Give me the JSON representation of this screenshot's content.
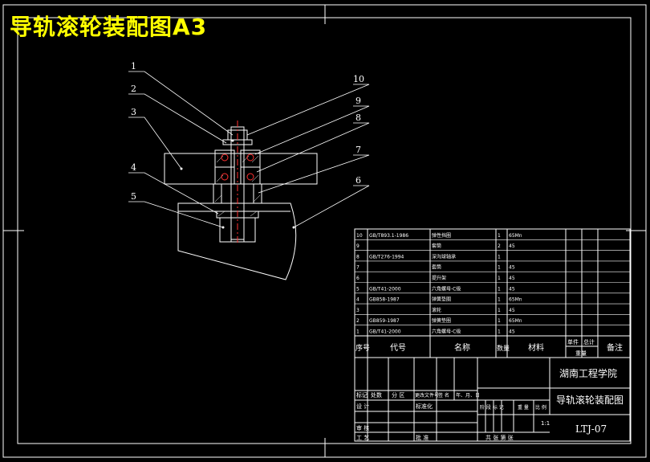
{
  "drawing": {
    "title": "导轨滚轮装配图A3",
    "callouts": [
      "1",
      "2",
      "3",
      "4",
      "5",
      "10",
      "9",
      "8",
      "7",
      "6"
    ]
  },
  "bom": {
    "rows": [
      {
        "no": "10",
        "code": "GB/T893.1-1986",
        "name": "弹性挡圈",
        "qty": "1",
        "material": "65Mn"
      },
      {
        "no": "9",
        "code": "",
        "name": "套筒",
        "qty": "2",
        "material": "45"
      },
      {
        "no": "8",
        "code": "GB/T276-1994",
        "name": "深沟球轴承",
        "qty": "1",
        "material": ""
      },
      {
        "no": "7",
        "code": "",
        "name": "套筒",
        "qty": "1",
        "material": "45"
      },
      {
        "no": "6",
        "code": "",
        "name": "提升架",
        "qty": "1",
        "material": "45"
      },
      {
        "no": "5",
        "code": "GB/T41-2000",
        "name": "六角螺母-C级",
        "qty": "1",
        "material": "45"
      },
      {
        "no": "4",
        "code": "GB858-1987",
        "name": "弹簧垫圈",
        "qty": "1",
        "material": "65Mn"
      },
      {
        "no": "3",
        "code": "",
        "name": "滚轮",
        "qty": "1",
        "material": "45"
      },
      {
        "no": "2",
        "code": "GB859-1987",
        "name": "弹簧垫圈",
        "qty": "1",
        "material": "65Mn"
      },
      {
        "no": "1",
        "code": "GB/T41-2000",
        "name": "六角螺母-C级",
        "qty": "1",
        "material": "45"
      }
    ],
    "header": {
      "no": "序号",
      "code": "代号",
      "name": "名称",
      "qty": "数量",
      "material": "材料",
      "unit": "单件",
      "total": "总计",
      "mass": "重量",
      "remark": "备注"
    }
  },
  "titleblock": {
    "school": "湖南工程学院",
    "drawing_name": "导轨滚轮装配图",
    "drawing_no": "LTJ-07",
    "scale": "1:1",
    "labels": {
      "mark": "标记",
      "count": "处数",
      "zone": "分 区",
      "doc": "更改文件号",
      "sign": "签 名",
      "date": "年、月、日",
      "design": "设 计",
      "std": "标准化",
      "review": "审 核",
      "process": "工 艺",
      "approve": "批 准",
      "stage": "阶 段 标 记",
      "weight": "重 量",
      "ratio": "比 例",
      "sheets": "共 张 第 张"
    }
  }
}
